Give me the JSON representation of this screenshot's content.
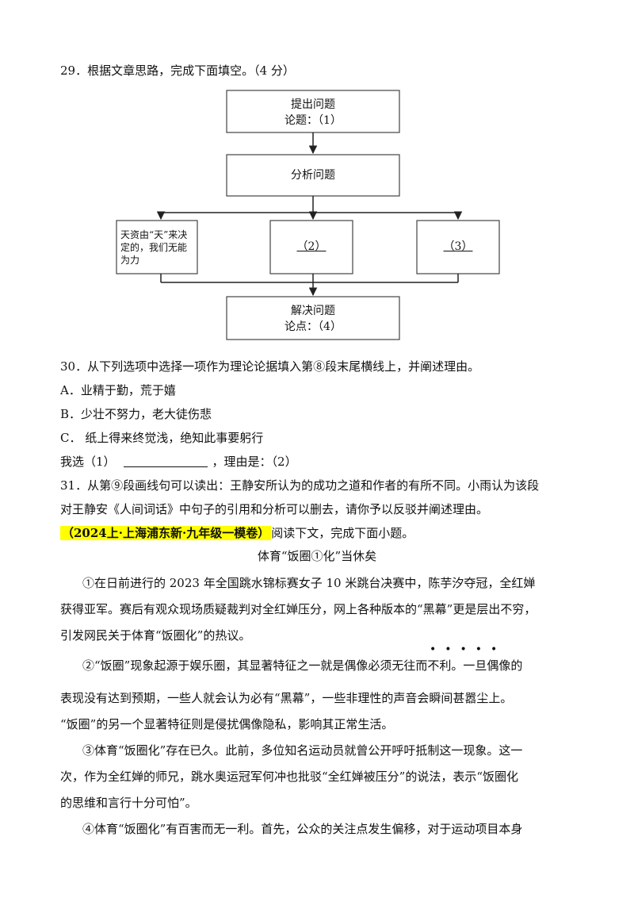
{
  "q29": {
    "text": "29．根据文章思路，完成下面填空。（4 分）"
  },
  "diagram": {
    "box1_title": "提出问题",
    "box1_sub": "论题：（1）",
    "box2_title": "分析问题",
    "left_box_text": "天资由“天”来决定的，我们无能为力",
    "mid_box_text": "（2）",
    "right_box_text": "（3）",
    "box4_title": "解决问题",
    "box4_sub": "论点：（4）"
  },
  "q30": {
    "text": "30．从下列选项中选择一项作为理论论据填入第⑧段末尾横线上，并阐述理由。",
    "option_a": "A．业精于勤，荒于嬉",
    "option_b": "B．少壮不努力，老大徒伤悲",
    "option_c": "C．  纸上得来终觉浅，绝知此事要躬行",
    "answer_prefix": "我选（1）",
    "answer_suffix": "，理由是：（2）"
  },
  "q31": {
    "line1": "31．从第⑨段画线句可以读出：王静安所认为的成功之道和作者的有所不同。小雨认为该段",
    "line2": "对王静安《人间词话》中句子的引用和分析可以删去，请你予以反驳并阐述理由。"
  },
  "source": {
    "tag": "（2024上·上海浦东新·九年级一模卷）",
    "text": "阅读下文，完成下面小题。"
  },
  "article": {
    "title": "体育“饭圈①化”当休矣",
    "p1_l1": "①在日前进行的 2023 年全国跳水锦标赛女子 10 米跳台决赛中，陈芋汐夺冠，全红婵",
    "p1_l2": "获得亚军。赛后有观众现场质疑裁判对全红婵压分，网上各种版本的“黑幕”更是层出不穷，",
    "p1_l3": "引发网民关于体育“饭圈化”的热议。",
    "p2_l1": "②“饭圈”现象起源于娱乐圈，其显著特征之一就是偶像必须无往而不利。一旦偶像的",
    "p2_l2": "表现没有达到预期，一些人就会认为必有“黑幕”，一些非理性的声音会瞬间甚嚣尘上。",
    "p2_l3": "“饭圈”的另一个显著特征则是侵扰偶像隐私，影响其正常生活。",
    "p3_l1": "③体育“饭圈化”存在已久。此前，多位知名运动员就曾公开呼吁抵制这一现象。这一",
    "p3_l2": "次，作为全红婵的师兄，跳水奥运冠军何冲也批驳“全红婵被压分”的说法，表示“饭圈化",
    "p3_l3": "的思维和言行十分可怕”。",
    "p4_l1": "④体育“饭圈化”有百害而无一利。首先，公众的关注点发生偏移，对于运动项目本身",
    "emphasis_dots": "•••••"
  }
}
